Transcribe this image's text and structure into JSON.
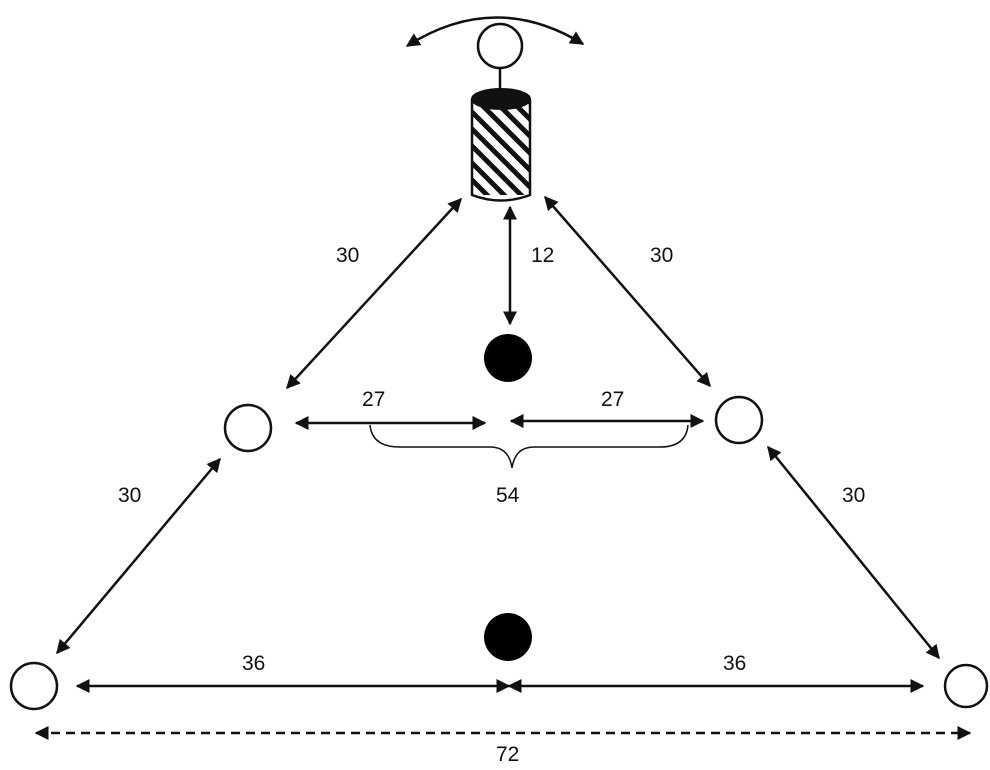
{
  "labels": {
    "top_left_edge": "30",
    "top_right_edge": "30",
    "top_center_distance": "12",
    "mid_left_half": "27",
    "mid_right_half": "27",
    "mid_total": "54",
    "lower_left_edge": "30",
    "lower_right_edge": "30",
    "bottom_left_half": "36",
    "bottom_right_half": "36",
    "bottom_total": "72"
  },
  "colors": {
    "stroke": "#111111",
    "filled_marker": "#000000",
    "open_circle_fill": "#ffffff"
  }
}
